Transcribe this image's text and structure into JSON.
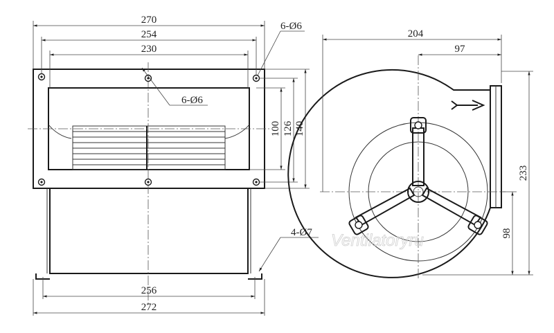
{
  "front_view": {
    "dims": {
      "w270": "270",
      "w254": "254",
      "w230": "230",
      "h100": "100",
      "h126": "126",
      "h140": "140",
      "w256": "256",
      "w272": "272"
    },
    "callouts": {
      "outer_holes": "6-Ø6",
      "inner_holes": "6-Ø6",
      "base_holes": "4-Ø7"
    }
  },
  "side_view": {
    "dims": {
      "d204": "204",
      "d97": "97",
      "d233": "233",
      "d98": "98"
    }
  },
  "watermark": "Ventilatoryru"
}
